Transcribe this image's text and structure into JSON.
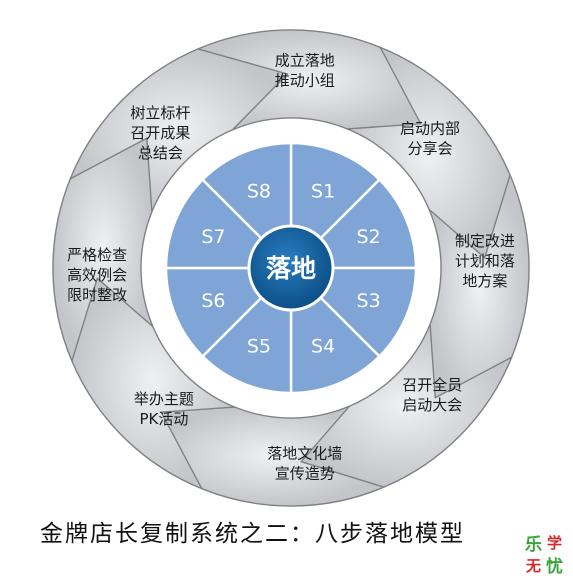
{
  "diagram": {
    "center": {
      "label": "落地"
    },
    "steps": [
      {
        "id": "S1",
        "label": "S1",
        "text": [
          "成立落地",
          "推动小组"
        ]
      },
      {
        "id": "S2",
        "label": "S2",
        "text": [
          "启动内部",
          "分享会"
        ]
      },
      {
        "id": "S3",
        "label": "S3",
        "text": [
          "制定改进",
          "计划和落",
          "地方案"
        ]
      },
      {
        "id": "S4",
        "label": "S4",
        "text": [
          "召开全员",
          "启动大会"
        ]
      },
      {
        "id": "S5",
        "label": "S5",
        "text": [
          "落地文化墙",
          "宣传造势"
        ]
      },
      {
        "id": "S6",
        "label": "S6",
        "text": [
          "举办主题",
          "PK活动"
        ]
      },
      {
        "id": "S7",
        "label": "S7",
        "text": [
          "严格检查",
          "高效例会",
          "限时整改"
        ]
      },
      {
        "id": "S8",
        "label": "S8",
        "text": [
          "树立标杆",
          "召开成果",
          "总结会"
        ]
      }
    ]
  },
  "caption": "金牌店长复制系统之二：八步落地模型",
  "logo": {
    "chars": [
      "乐",
      "学",
      "无",
      "忧"
    ]
  },
  "colors": {
    "arrow_fill": "#d6d7d9",
    "arrow_stroke": "#7f8185",
    "segment": "#7fa4d6",
    "segment_stroke": "#ffffff",
    "center": "#0d5a96",
    "logo_green": "#3aa53a",
    "logo_red": "#d8262a"
  }
}
